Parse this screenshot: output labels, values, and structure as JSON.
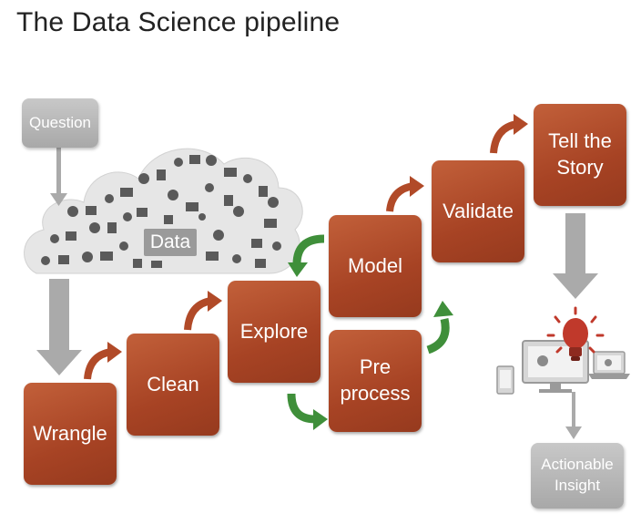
{
  "title": "The Data Science pipeline",
  "question": "Question",
  "cloud_label": "Data",
  "steps": {
    "wrangle": "Wrangle",
    "clean": "Clean",
    "explore": "Explore",
    "model": "Model",
    "preprocess_line1": "Pre",
    "preprocess_line2": "process",
    "validate": "Validate",
    "tell_line1": "Tell the",
    "tell_line2": "Story"
  },
  "insight_line1": "Actionable",
  "insight_line2": "Insight",
  "colors": {
    "step": "#a74324",
    "gray_box": "#b0b0b0",
    "gray_arrow": "#aaaaaa",
    "green_arrow": "#3f8f3a",
    "bulb": "#c0392b"
  },
  "icons": [
    "cloud-of-data-icons",
    "lightbulb-icon",
    "desktop-monitor-icon",
    "tablet-icon",
    "laptop-icon"
  ]
}
